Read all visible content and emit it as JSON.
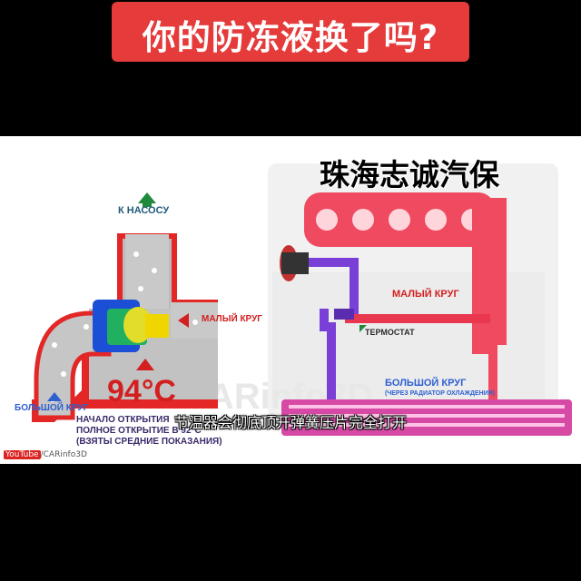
{
  "header": {
    "title": "你的防冻液换了吗?"
  },
  "video": {
    "watermark": "珠海志诚汽保",
    "subtitle": "节温器会彻底顶开弹簧压片完全打开",
    "left_panel": {
      "k_nasosu": "К НАСОСУ",
      "maly_krug": "МАЛЫЙ КРУГ",
      "bolshoy_krug": "БОЛЬШОЙ КРУГ",
      "temperature": "94°C",
      "caption_line1": "НАЧАЛО ОТКРЫТИЯ",
      "caption_line2": "ПОЛНОЕ ОТКРЫТИЕ В 92°C",
      "caption_line3": "(ВЗЯТЫ СРЕДНИЕ ПОКАЗАНИЯ)"
    },
    "right_panel": {
      "maly_krug": "МАЛЫЙ КРУГ",
      "termostat": "ТЕРМОСТАТ",
      "bolshoy_krug": "БОЛЬШОЙ КРУГ",
      "bolshoy_krug_sub": "(ЧЕРЕЗ РАДИАТОР ОХЛАЖДЕНИЯ)"
    },
    "source": {
      "youtube": "YouTube",
      "channel": "/CARinfo3D"
    },
    "colors": {
      "hot": "#e8374f",
      "cold": "#7a3fd6",
      "arrow_green": "#1f8a3a",
      "arrow_blue": "#2d5fd1",
      "label_red": "#d31f1f"
    }
  }
}
